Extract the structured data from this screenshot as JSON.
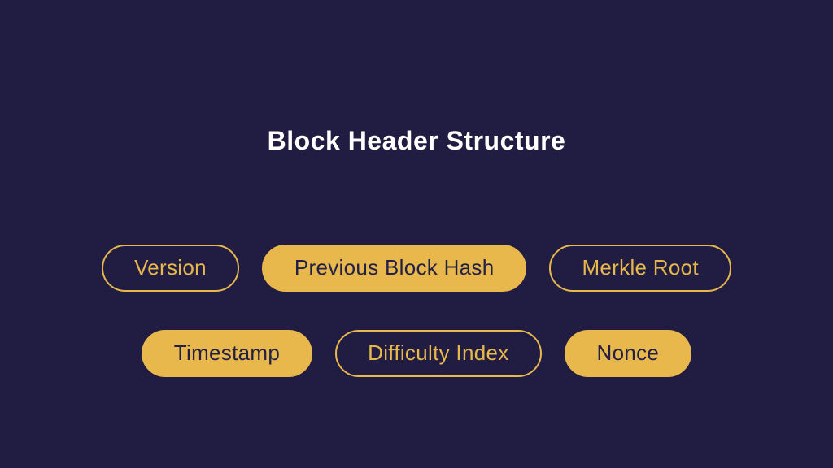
{
  "title": "Block Header Structure",
  "colors": {
    "background": "#211c41",
    "accent_gold": "#e8b84c",
    "title_text": "#ffffff",
    "filled_pill_text": "#232046"
  },
  "pills": {
    "row1": [
      {
        "label": "Version",
        "style": "outline"
      },
      {
        "label": "Previous Block Hash",
        "style": "filled"
      },
      {
        "label": "Merkle Root",
        "style": "outline"
      }
    ],
    "row2": [
      {
        "label": "Timestamp",
        "style": "filled"
      },
      {
        "label": "Difficulty Index",
        "style": "outline"
      },
      {
        "label": "Nonce",
        "style": "filled"
      }
    ]
  }
}
